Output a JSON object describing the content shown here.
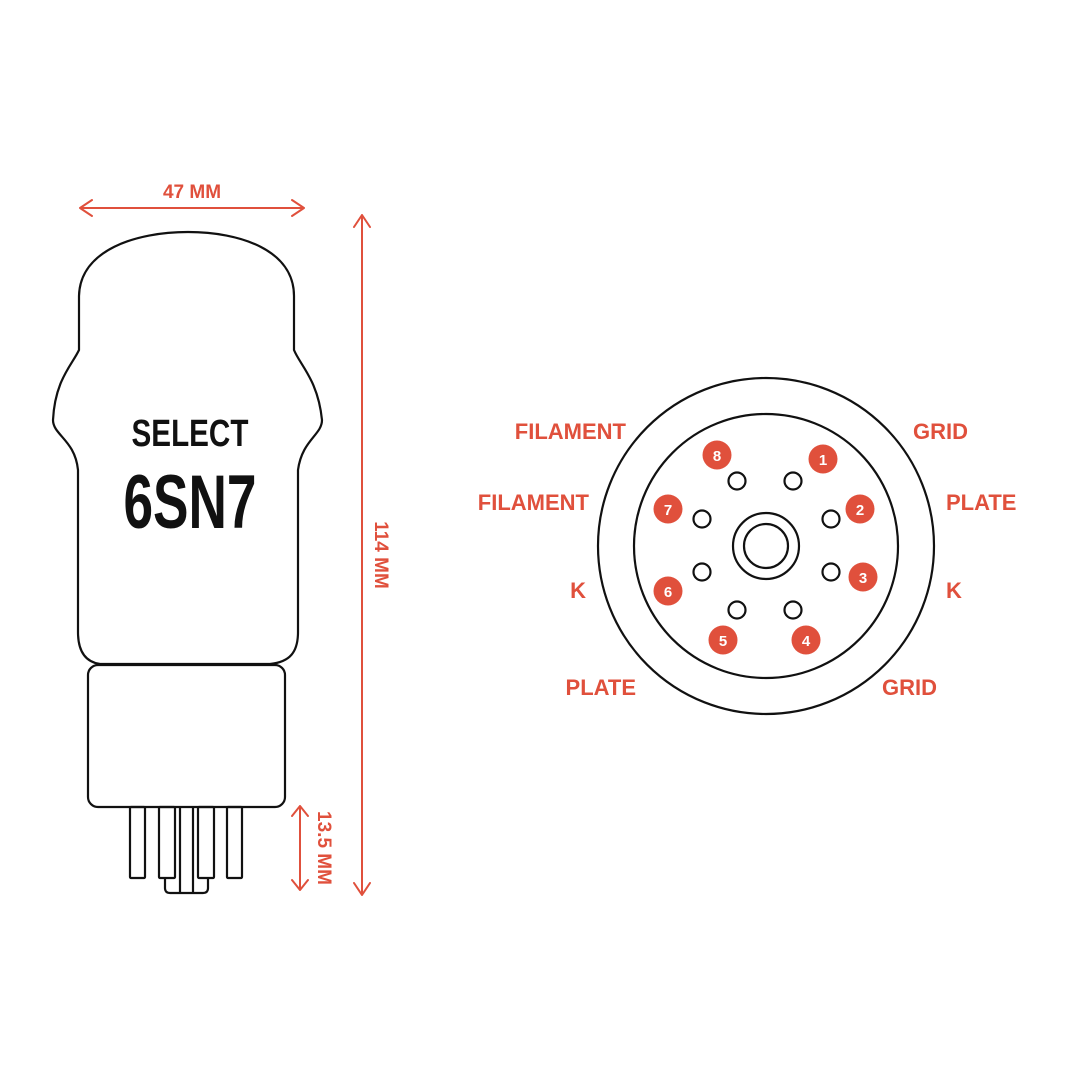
{
  "tube": {
    "brand": "SELECT",
    "model": "6SN7"
  },
  "dimensions": {
    "width": "47 MM",
    "height": "114 MM",
    "pin_length": "13.5 MM"
  },
  "pinout": {
    "left_labels": [
      "FILAMENT",
      "FILAMENT",
      "K",
      "PLATE"
    ],
    "right_labels": [
      "GRID",
      "PLATE",
      "K",
      "GRID"
    ],
    "pins": [
      "1",
      "2",
      "3",
      "4",
      "5",
      "6",
      "7",
      "8"
    ]
  },
  "colors": {
    "accent": "#e0503c",
    "line": "#111111"
  }
}
